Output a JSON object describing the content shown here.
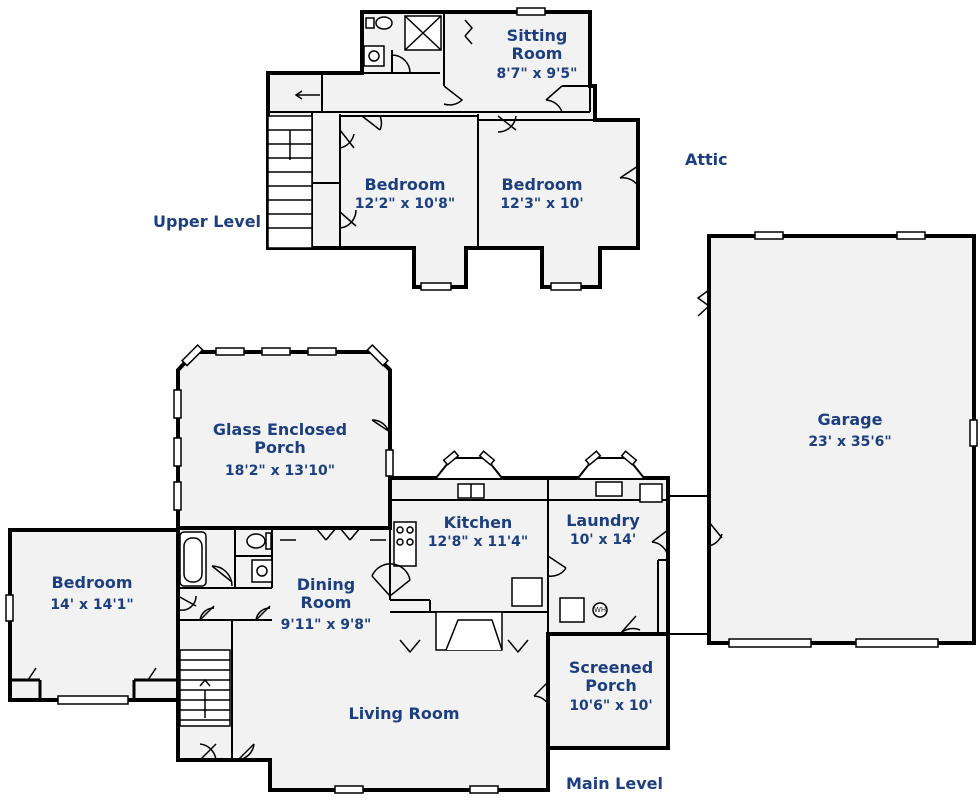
{
  "levels": {
    "upper": "Upper Level",
    "attic": "Attic",
    "main": "Main Level"
  },
  "rooms": {
    "sitting_room": {
      "name_line1": "Sitting",
      "name_line2": "Room",
      "dims": "8'7\" x 9'5\""
    },
    "upper_bedroom_1": {
      "name": "Bedroom",
      "dims": "12'2\" x 10'8\""
    },
    "upper_bedroom_2": {
      "name": "Bedroom",
      "dims": "12'3\" x 10'"
    },
    "garage": {
      "name": "Garage",
      "dims": "23' x 35'6\""
    },
    "glass_porch": {
      "name_line1": "Glass Enclosed",
      "name_line2": "Porch",
      "dims": "18'2\" x 13'10\""
    },
    "kitchen": {
      "name": "Kitchen",
      "dims": "12'8\" x 11'4\""
    },
    "laundry": {
      "name": "Laundry",
      "dims": "10' x 14'"
    },
    "main_bedroom": {
      "name": "Bedroom",
      "dims": "14' x 14'1\""
    },
    "dining_room": {
      "name_line1": "Dining",
      "name_line2": "Room",
      "dims": "9'11\" x 9'8\""
    },
    "screened_porch": {
      "name_line1": "Screened",
      "name_line2": "Porch",
      "dims": "10'6\" x 10'"
    },
    "living_room": {
      "name": "Living Room"
    }
  },
  "fixtures": {
    "water_heater": "WH"
  },
  "colors": {
    "wall": "#000000",
    "floor": "#f2f2f2",
    "label": "#1d3f80",
    "window": "#ffffff"
  }
}
